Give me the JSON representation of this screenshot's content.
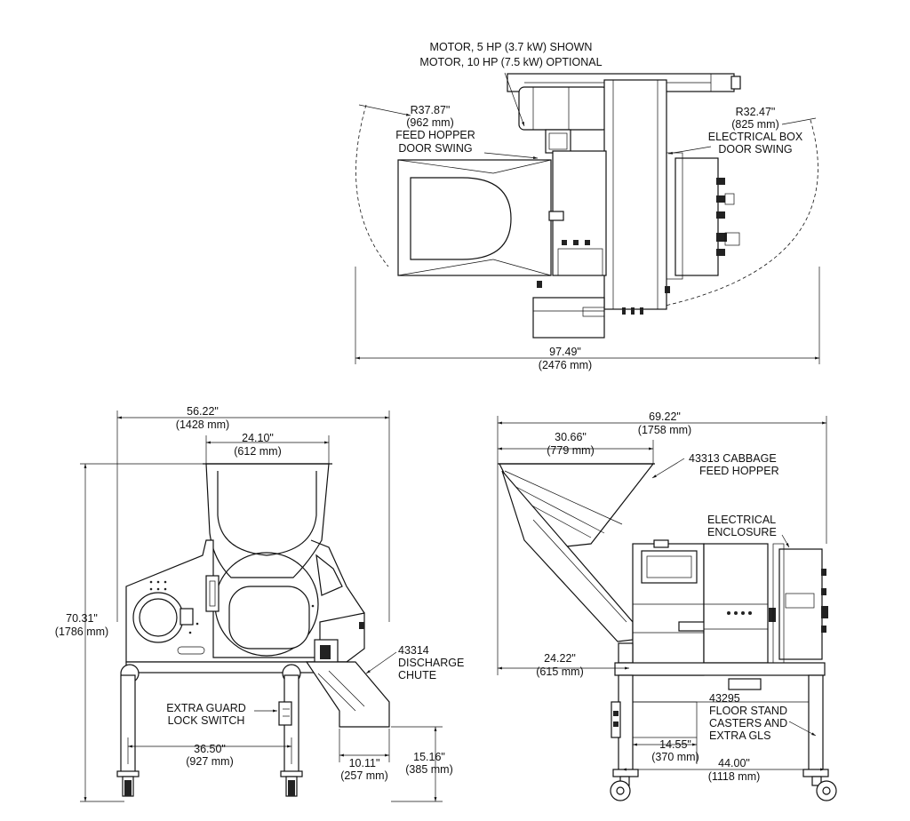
{
  "top_view": {
    "motor_line1": "MOTOR, 5 HP (3.7 kW) SHOWN",
    "motor_line2": "MOTOR, 10 HP (7.5 kW) OPTIONAL",
    "r_left": "R37.87\"",
    "r_left_mm": "(962 mm)",
    "hopper_line1": "FEED HOPPER",
    "hopper_line2": "DOOR SWING",
    "r_right": "R32.47\"",
    "r_right_mm": "(825 mm)",
    "box_line1": "ELECTRICAL BOX",
    "box_line2": "DOOR SWING",
    "width": "97.49\"",
    "width_mm": "(2476 mm)"
  },
  "front_view": {
    "overall_w": "56.22\"",
    "overall_w_mm": "(1428 mm)",
    "hopper_w": "24.10\"",
    "hopper_w_mm": "(612 mm)",
    "height": "70.31\"",
    "height_mm": "(1786 mm)",
    "chute_line1": "43314",
    "chute_line2": "DISCHARGE",
    "chute_line3": "CHUTE",
    "guard_line1": "EXTRA GUARD",
    "guard_line2": "LOCK SWITCH",
    "base_w": "36.50\"",
    "base_w_mm": "(927 mm)",
    "chute_w": "10.11\"",
    "chute_w_mm": "(257 mm)",
    "chute_h": "15.16\"",
    "chute_h_mm": "(385 mm)"
  },
  "side_view": {
    "overall_w": "69.22\"",
    "overall_w_mm": "(1758 mm)",
    "hopper_w": "30.66\"",
    "hopper_w_mm": "(779 mm)",
    "hopper_line1": "43313 CABBAGE",
    "hopper_line2": "FEED HOPPER",
    "enclosure_line1": "ELECTRICAL",
    "enclosure_line2": "ENCLOSURE",
    "offset": "24.22\"",
    "offset_mm": "(615 mm)",
    "stand_line1": "43295",
    "stand_line2": "FLOOR STAND",
    "stand_line3": "CASTERS AND",
    "stand_line4": "EXTRA GLS",
    "inner_w": "14.55\"",
    "inner_w_mm": "(370 mm)",
    "base_w": "44.00\"",
    "base_w_mm": "(1118 mm)"
  }
}
